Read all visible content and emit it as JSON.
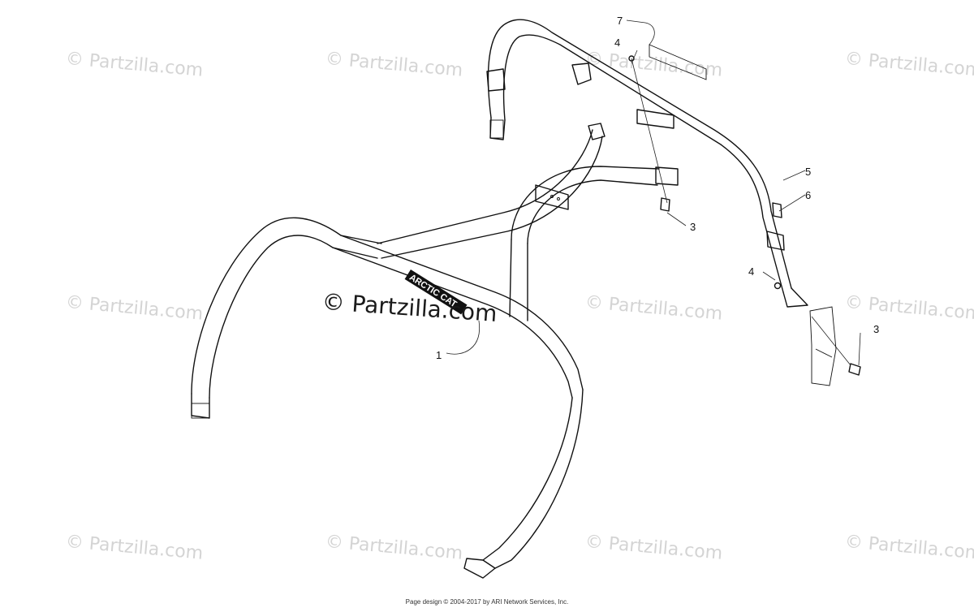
{
  "watermark": {
    "text": "© Partzilla.com"
  },
  "main_watermark": "© Partzilla.com",
  "callouts": {
    "c1": "1",
    "c3a": "3",
    "c3b": "3",
    "c4a": "4",
    "c4b": "4",
    "c5": "5",
    "c6": "6",
    "c7": "7"
  },
  "logo_text": "ARCTIC CAT",
  "footer": "Page design © 2004-2017 by ARI Network Services, Inc."
}
